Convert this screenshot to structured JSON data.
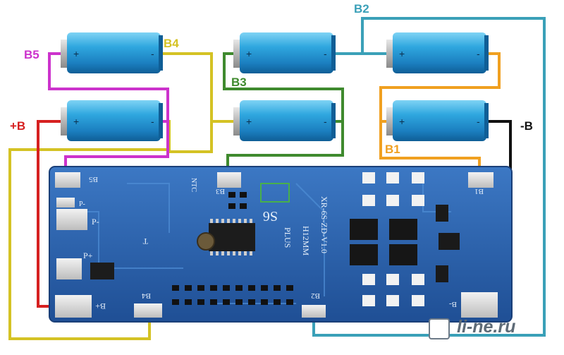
{
  "labels": {
    "b5": "B5",
    "b4": "B4",
    "b3": "B3",
    "b2": "B2",
    "b1": "B1",
    "plus_b": "+B",
    "minus_b": "-B"
  },
  "cell_polarity": {
    "plus": "+",
    "minus": "-"
  },
  "pcb_silk": {
    "pad_b5": "B5",
    "pad_b3": "B3",
    "pad_b1": "B1",
    "pad_b4": "B4",
    "pad_b2": "B2",
    "pad_bplus": "B+",
    "pad_bminus": "B-",
    "pad_p": "P-",
    "p_minus": "P-",
    "p_plus": "P+",
    "ntc": "NTC",
    "t": "T",
    "model": "XR-6S-ZD-V1.0",
    "s6": "S6",
    "plus": "PLUS",
    "dims": "H12MM"
  },
  "watermark": {
    "site": "li-ne.ru"
  },
  "colors": {
    "b5": "#cc33cc",
    "b4": "#d4c224",
    "b3": "#3f8a2e",
    "b2": "#3aa0b8",
    "b1": "#f0a020",
    "plus_b": "#d62020",
    "minus_b": "#111111",
    "pcb": "#2a5ea8",
    "cell": "#29a8e0",
    "bms_wire": "#d9d14a",
    "bms_wire2": "#6ab4c8"
  }
}
